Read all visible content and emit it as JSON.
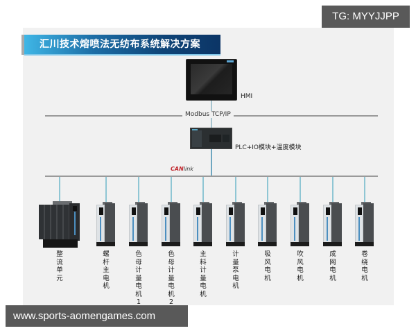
{
  "watermarks": {
    "top_right": "TG: MYYJJPP",
    "bottom_left": "www.sports-aomengames.com"
  },
  "diagram": {
    "title": "汇川技术熔喷法无纺布系统解决方案",
    "colors": {
      "banner_start": "#3fb6e6",
      "banner_end": "#0c3566",
      "panel_bg": "#f1f1f1",
      "bus_line": "#9a9a9a",
      "drop_line": "#8fc6d4",
      "canlink_red": "#c0262c"
    },
    "hmi": {
      "label": "HMI"
    },
    "ethernet_bus": {
      "label": "Modbus  TCP/IP"
    },
    "plc": {
      "label": "PLC+IO模块+温度模块"
    },
    "can_bus": {
      "logo_can": "CAN",
      "logo_link": "link"
    },
    "devices": [
      {
        "type": "rectifier",
        "label": "整流单元"
      },
      {
        "type": "drive",
        "label": "螺杆主电机"
      },
      {
        "type": "drive",
        "label": "色母计量电机1"
      },
      {
        "type": "drive",
        "label": "色母计量电机2"
      },
      {
        "type": "drive",
        "label": "主料计量电机"
      },
      {
        "type": "drive",
        "label": "计量泵电机"
      },
      {
        "type": "drive",
        "label": "吸风电机"
      },
      {
        "type": "drive",
        "label": "吹风电机"
      },
      {
        "type": "drive",
        "label": "成网电机"
      },
      {
        "type": "drive",
        "label": "卷绕电机"
      }
    ]
  }
}
